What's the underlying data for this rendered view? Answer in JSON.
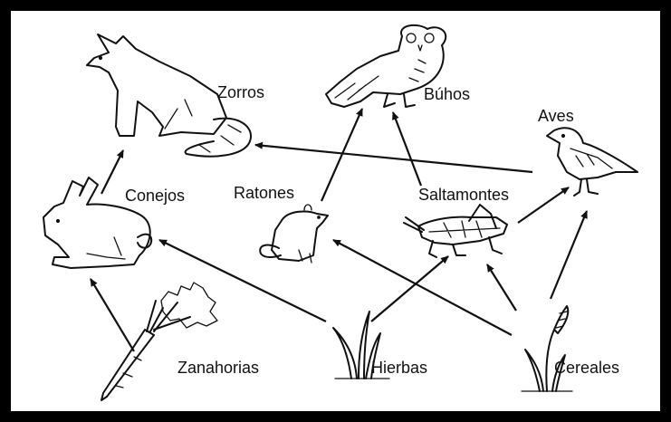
{
  "labels": {
    "zorros": "Zorros",
    "buhos": "Búhos",
    "aves": "Aves",
    "conejos": "Conejos",
    "ratones": "Ratones",
    "saltamontes": "Saltamontes",
    "zanahorias": "Zanahorias",
    "hierbas": "Hierbas",
    "cereales": "Cereales"
  },
  "edges": [
    [
      "zanahorias",
      "conejos"
    ],
    [
      "hierbas",
      "conejos"
    ],
    [
      "hierbas",
      "saltamontes"
    ],
    [
      "cereales",
      "ratones"
    ],
    [
      "cereales",
      "saltamontes"
    ],
    [
      "cereales",
      "aves"
    ],
    [
      "conejos",
      "zorros"
    ],
    [
      "ratones",
      "buhos"
    ],
    [
      "saltamontes",
      "buhos"
    ],
    [
      "saltamontes",
      "aves"
    ],
    [
      "aves",
      "zorros"
    ]
  ]
}
